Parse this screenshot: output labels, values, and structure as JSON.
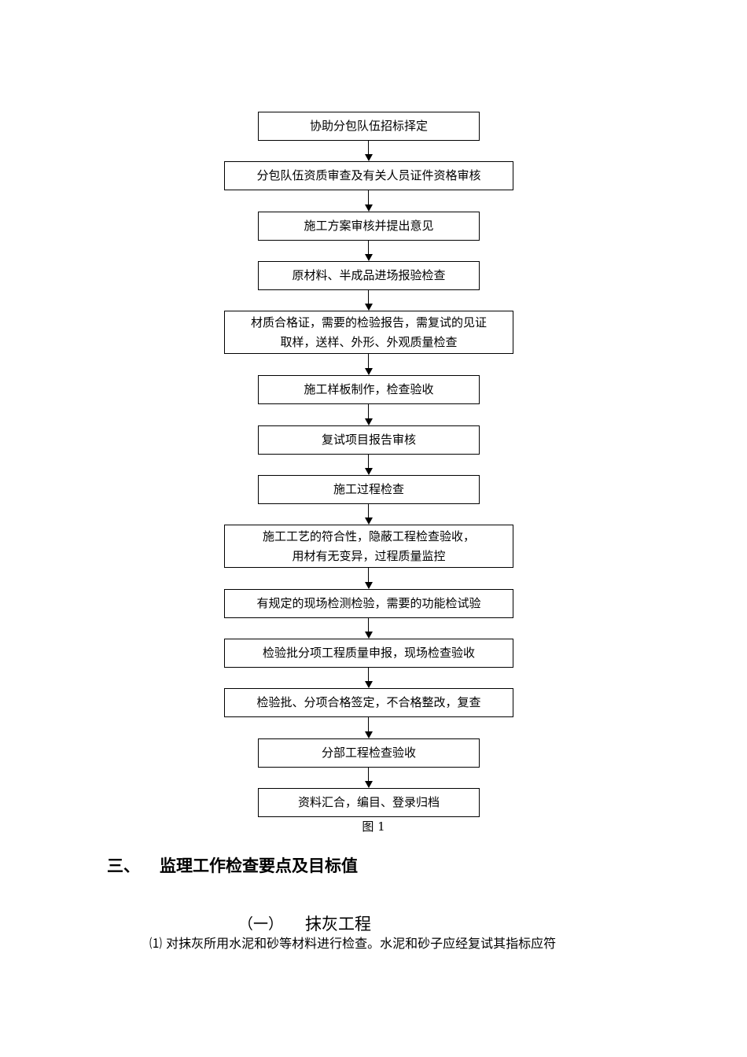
{
  "flow_steps": [
    "协助分包队伍招标择定",
    "分包队伍资质审查及有关人员证件资格审核",
    "施工方案审核并提出意见",
    "原材料、半成品进场报验检查",
    "材质合格证，需要的检验报告，需复试的见证\n取样，送样、外形、外观质量检查",
    "施工样板制作，检查验收",
    "复试项目报告审核",
    "施工过程检查",
    "施工工艺的符合性，隐蔽工程检查验收，\n用材有无变异，过程质量监控",
    "有规定的现场检测检验，需要的功能检试验",
    "检验批分项工程质量申报，现场检查验收",
    "检验批、分项合格签定，不合格整改，复查",
    "分部工程检查验收",
    "资料汇合，编目、登录归档"
  ],
  "figure_caption": "图 1",
  "section": {
    "number": "三、",
    "title": "监理工作检查要点及目标值"
  },
  "subsection": {
    "number": "（一）",
    "title": "抹灰工程"
  },
  "paragraph": "⑴ 对抹灰所用水泥和砂等材料进行检查。水泥和砂子应经复试其指标应符"
}
